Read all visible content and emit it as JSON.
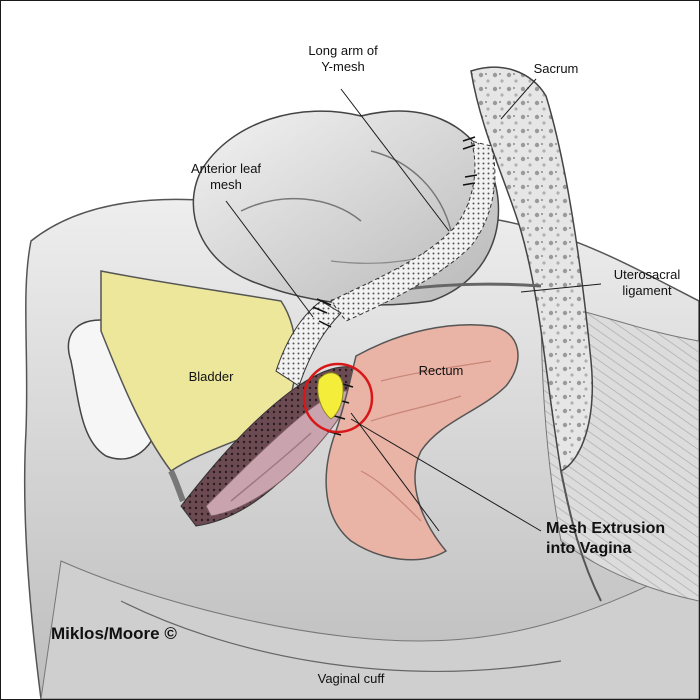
{
  "labels": {
    "long_arm": [
      "Long arm of",
      "Y-mesh"
    ],
    "sacrum": "Sacrum",
    "anterior_leaf": [
      "Anterior leaf",
      "mesh"
    ],
    "uterosacral": [
      "Uterosacral",
      "ligament"
    ],
    "bladder": "Bladder",
    "rectum": "Rectum",
    "extrusion": [
      "Mesh Extrusion",
      "into Vagina"
    ],
    "vaginal_cuff": "Vaginal cuff"
  },
  "credit": "Miklos/Moore ©",
  "colors": {
    "bladder": "#ede79c",
    "rectum": "#e9b3a6",
    "vagina": "#c9a3ad",
    "mesh_extrusion": "#f4ee3a",
    "highlight_circle": "#d81818",
    "line": "#1a1a1a"
  }
}
